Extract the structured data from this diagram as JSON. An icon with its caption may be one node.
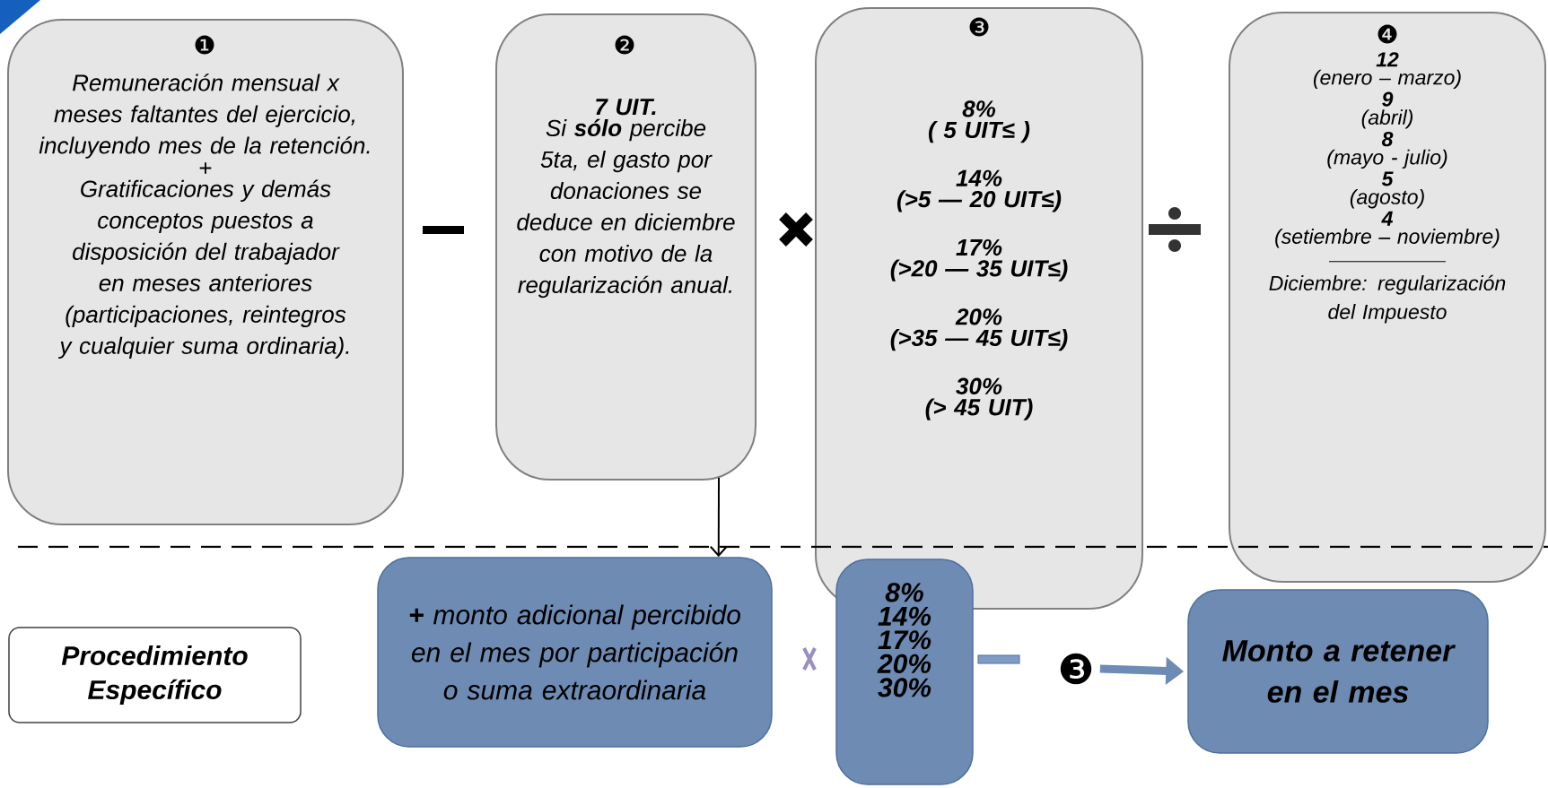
{
  "diagram": {
    "nodes": [
      {
        "text": [
          "❶",
          "Remuneración mensual x meses faltantes del ejercicio, incluyendo mes de la retención.",
          "+",
          "Gratificaciones y demás conceptos puestos a disposición del trabajador en meses anteriores (participaciones, reintegros y cualquier suma ordinaria)."
        ]
      },
      {
        "text": [
          "❷",
          "7 UIT.",
          "Si **sólo** percibe 5ta, el gasto por donaciones se deduce en diciembre con motivo de la regularización anual."
        ]
      },
      {
        "text": [
          "❸",
          "8%",
          "( 5 UIT≤ )",
          "14%",
          "(>5 — 20 UIT≤)",
          "17%",
          "(>20 — 35 UIT≤)",
          "20%",
          "(>35 — 45 UIT≤)",
          "30%",
          "(> 45 UIT)"
        ]
      },
      {
        "text": [
          "❹",
          "12",
          "(enero – marzo)",
          "9",
          "(abril)",
          "8",
          "(mayo - julio)",
          "5",
          "(agosto)",
          "4",
          "(setiembre – noviembre)",
          "Diciembre: regularización del Impuesto"
        ]
      },
      {
        "text": [
          "Procedimiento Específico"
        ]
      },
      {
        "text": [
          "**+** monto adicional percibido en el mes por participación o suma extraordinaria"
        ]
      },
      {
        "text": [
          "8%",
          "14%",
          "17%",
          "20%",
          "30%"
        ]
      },
      {
        "text": [
          "❸"
        ]
      },
      {
        "text": [
          "Monto a retener en el mes"
        ]
      }
    ],
    "edges": [
      {
        "from": 1,
        "to": 5,
        "arrow": "to"
      },
      {
        "from": 7,
        "to": 8,
        "arrow": "to",
        "style": "thick",
        "color": "#6d8cb5"
      }
    ]
  }
}
